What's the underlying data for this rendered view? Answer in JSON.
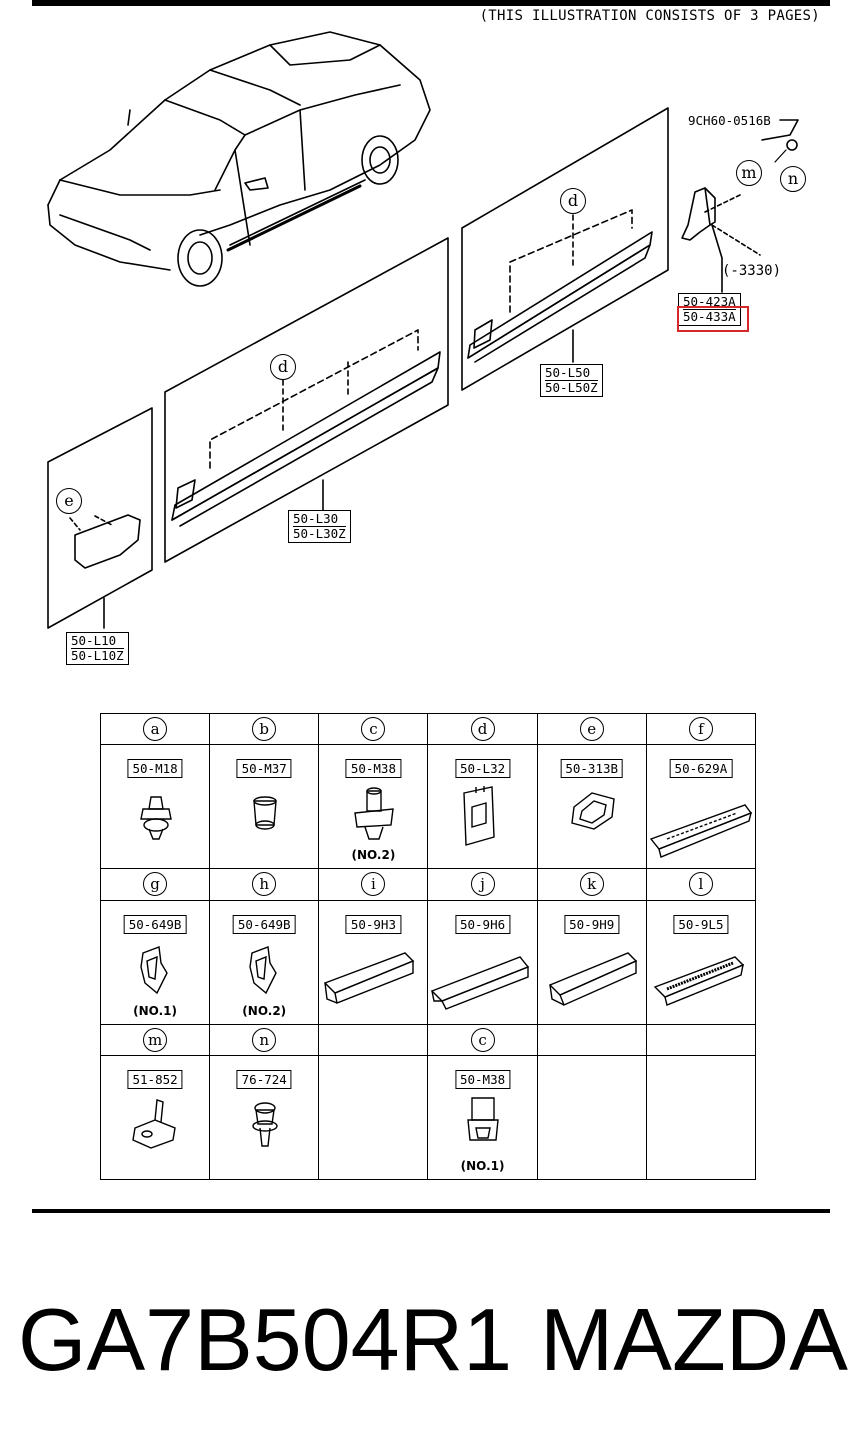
{
  "header": {
    "note": "(THIS ILLUSTRATION CONSISTS OF  3 PAGES)"
  },
  "diagram": {
    "screw_code": "9CH60-0516B",
    "dash_code": "(-3330)",
    "callouts": {
      "d1": "d",
      "d2": "d",
      "e": "e",
      "m": "m",
      "n": "n"
    },
    "labels": {
      "rear": [
        "50-423A",
        "50-433A"
      ],
      "rear_door": [
        "50-L50",
        "50-L50Z"
      ],
      "front_door": [
        "50-L30",
        "50-L30Z"
      ],
      "fender": [
        "50-L10",
        "50-L10Z"
      ]
    }
  },
  "parts_table": {
    "rows": [
      [
        {
          "letter": "a",
          "part": "50-M18",
          "sub": ""
        },
        {
          "letter": "b",
          "part": "50-M37",
          "sub": ""
        },
        {
          "letter": "c",
          "part": "50-M38",
          "sub": "(NO.2)"
        },
        {
          "letter": "d",
          "part": "50-L32",
          "sub": ""
        },
        {
          "letter": "e",
          "part": "50-313B",
          "sub": ""
        },
        {
          "letter": "f",
          "part": "50-629A",
          "sub": ""
        }
      ],
      [
        {
          "letter": "g",
          "part": "50-649B",
          "sub": "(NO.1)"
        },
        {
          "letter": "h",
          "part": "50-649B",
          "sub": "(NO.2)"
        },
        {
          "letter": "i",
          "part": "50-9H3",
          "sub": ""
        },
        {
          "letter": "j",
          "part": "50-9H6",
          "sub": ""
        },
        {
          "letter": "k",
          "part": "50-9H9",
          "sub": ""
        },
        {
          "letter": "l",
          "part": "50-9L5",
          "sub": ""
        }
      ],
      [
        {
          "letter": "m",
          "part": "51-852",
          "sub": ""
        },
        {
          "letter": "n",
          "part": "76-724",
          "sub": ""
        },
        {
          "letter": "",
          "part": "",
          "sub": ""
        },
        {
          "letter": "c",
          "part": "50-M38",
          "sub": "(NO.1)"
        },
        {
          "letter": "",
          "part": "",
          "sub": ""
        },
        {
          "letter": "",
          "part": "",
          "sub": ""
        }
      ]
    ]
  },
  "footer": {
    "part_number": "GA7B504R1",
    "brand": "MAZDA"
  },
  "colors": {
    "highlight": "#d62828",
    "ink": "#000000"
  }
}
